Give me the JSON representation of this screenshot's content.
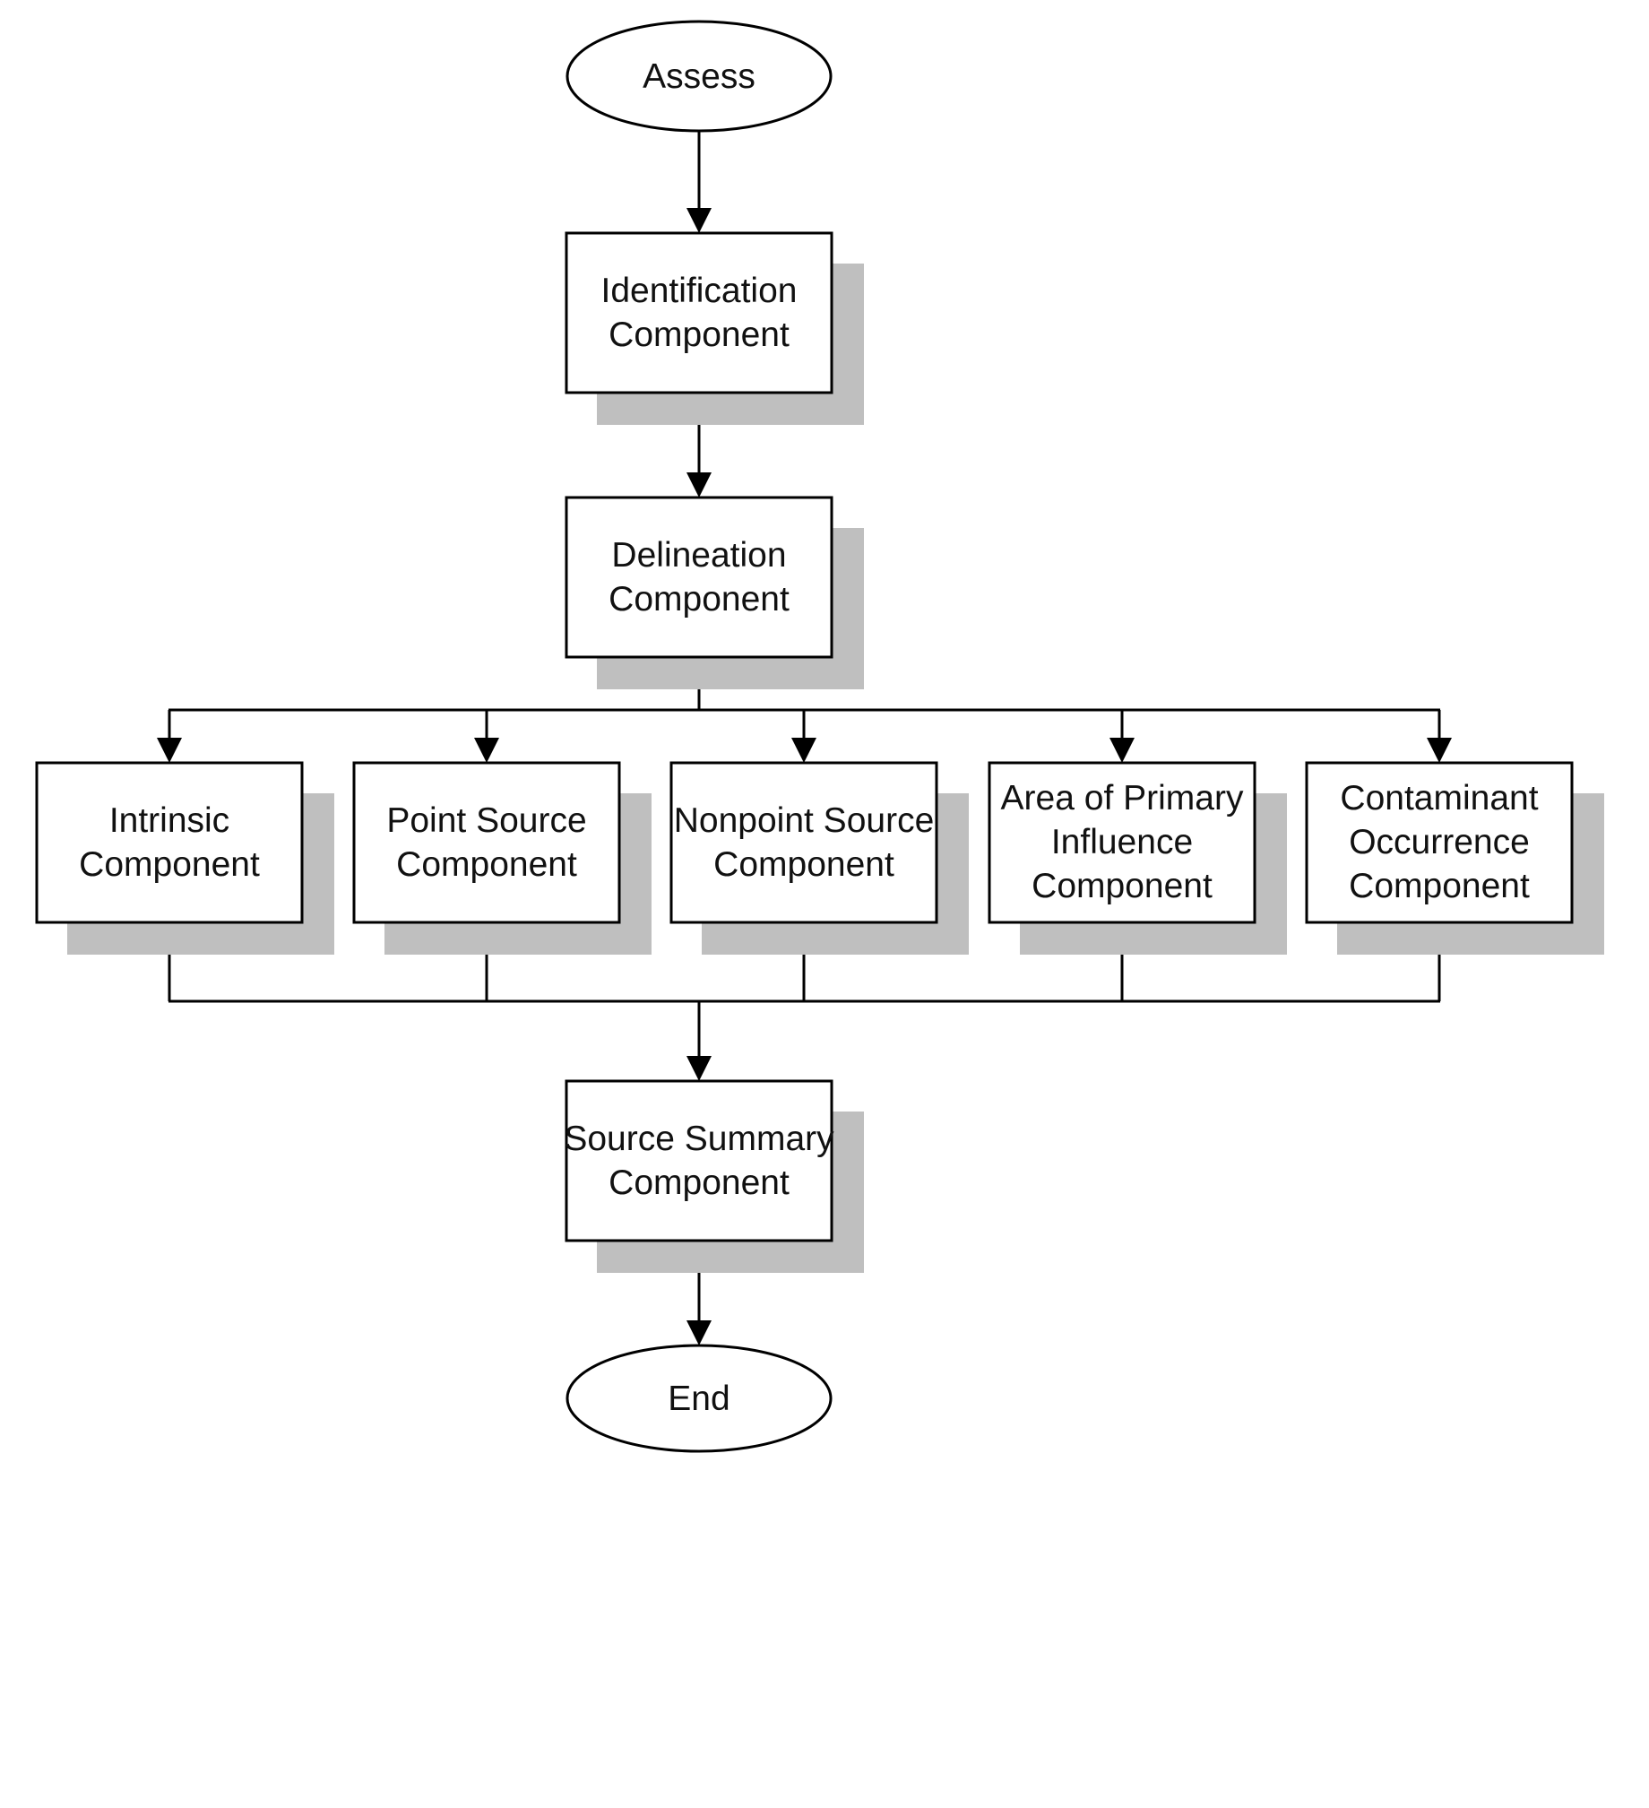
{
  "flowchart": {
    "start": {
      "lines": [
        "Assess"
      ]
    },
    "identification": {
      "lines": [
        "Identification",
        "Component"
      ]
    },
    "delineation": {
      "lines": [
        "Delineation",
        "Component"
      ]
    },
    "components": [
      {
        "key": "intrinsic",
        "lines": [
          "Intrinsic",
          "Component"
        ]
      },
      {
        "key": "point-source",
        "lines": [
          "Point Source",
          "Component"
        ]
      },
      {
        "key": "nonpoint-source",
        "lines": [
          "Nonpoint Source",
          "Component"
        ]
      },
      {
        "key": "area-of-primary-influence",
        "lines": [
          "Area of Primary",
          "Influence",
          "Component"
        ]
      },
      {
        "key": "contaminant-occurrence",
        "lines": [
          "Contaminant",
          "Occurrence",
          "Component"
        ]
      }
    ],
    "source_summary": {
      "lines": [
        "Source Summary",
        "Component"
      ]
    },
    "end": {
      "lines": [
        "End"
      ]
    }
  }
}
